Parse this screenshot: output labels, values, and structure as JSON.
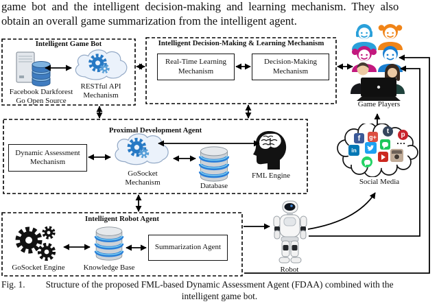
{
  "page_text": {
    "line1": "game bot and the intelligent decision-making and learning mechanism. They also",
    "line2": "obtain an overall game summarization from the intelligent agent."
  },
  "caption": {
    "fig_label": "Fig. 1.",
    "line1": "Structure of the proposed FML-based Dynamic Assessment Agent (FDAA) combined with the",
    "line2": "intelligent game bot."
  },
  "diagram": {
    "game_bot": {
      "title": "Intelligent Game Bot",
      "server_label_line1": "Facebook Darkforest",
      "server_label_line2": "Go Open Source",
      "cloud_label_line1": "RESTful API",
      "cloud_label_line2": "Mechanism"
    },
    "decision": {
      "title": "Intelligent Decision-Making & Learning Mechanism",
      "realtime_box": "Real-Time Learning Mechanism",
      "decision_box": "Decision-Making Mechanism"
    },
    "proximal": {
      "title": "Proximal Development Agent",
      "assessment_box": "Dynamic Assessment Mechanism",
      "cloud_label_line1": "GoSocket",
      "cloud_label_line2": "Mechanism",
      "database_label": "Database",
      "fml_label": "FML Engine"
    },
    "robot_agent": {
      "title": "Intelligent Robot Agent",
      "gears_label": "GoSocket Engine",
      "kb_label": "Knowledge Base",
      "summarization_box": "Summarization Agent"
    },
    "players": {
      "label": "Game Players",
      "kids": [
        {
          "name": "girl-blue",
          "style": "color:#2aa0da"
        },
        {
          "name": "girl-orange",
          "style": "color:#f08418"
        },
        {
          "name": "girl-magenta",
          "style": "color:#c2187e"
        },
        {
          "name": "boy-blue",
          "style": "color:#1b7fd0"
        }
      ]
    },
    "social": {
      "label": "Social Media",
      "ellipsis": "...",
      "icons": [
        {
          "name": "facebook",
          "glyph": "f",
          "style": "background:#3b5998"
        },
        {
          "name": "google-plus",
          "glyph": "g+",
          "style": "background:#dc4e41"
        },
        {
          "name": "tumblr",
          "glyph": "t",
          "style": "background:#36465d"
        },
        {
          "name": "pinterest",
          "glyph": "p",
          "style": "background:#c8232c"
        },
        {
          "name": "wechat",
          "style": "background:#1ec65b"
        },
        {
          "name": "linkedin",
          "glyph": "in",
          "style": "background:#0077b5"
        },
        {
          "name": "twitter",
          "style": "background:#1da1f2"
        },
        {
          "name": "whatsapp",
          "style": "background:#25d366"
        },
        {
          "name": "youtube",
          "style": "background:#cc281f"
        },
        {
          "name": "instagram",
          "style": "background:#c0ab97"
        }
      ]
    },
    "robot": {
      "label": "Robot"
    }
  },
  "colors": {
    "arrow": "#000000",
    "cloud_fill": "#ebf2fb",
    "cloud_stroke": "#93a9c6",
    "gear_blue": "#2779c4",
    "db_band_blue": "#2a7fd8",
    "db_silver": "#cdd2d7"
  }
}
